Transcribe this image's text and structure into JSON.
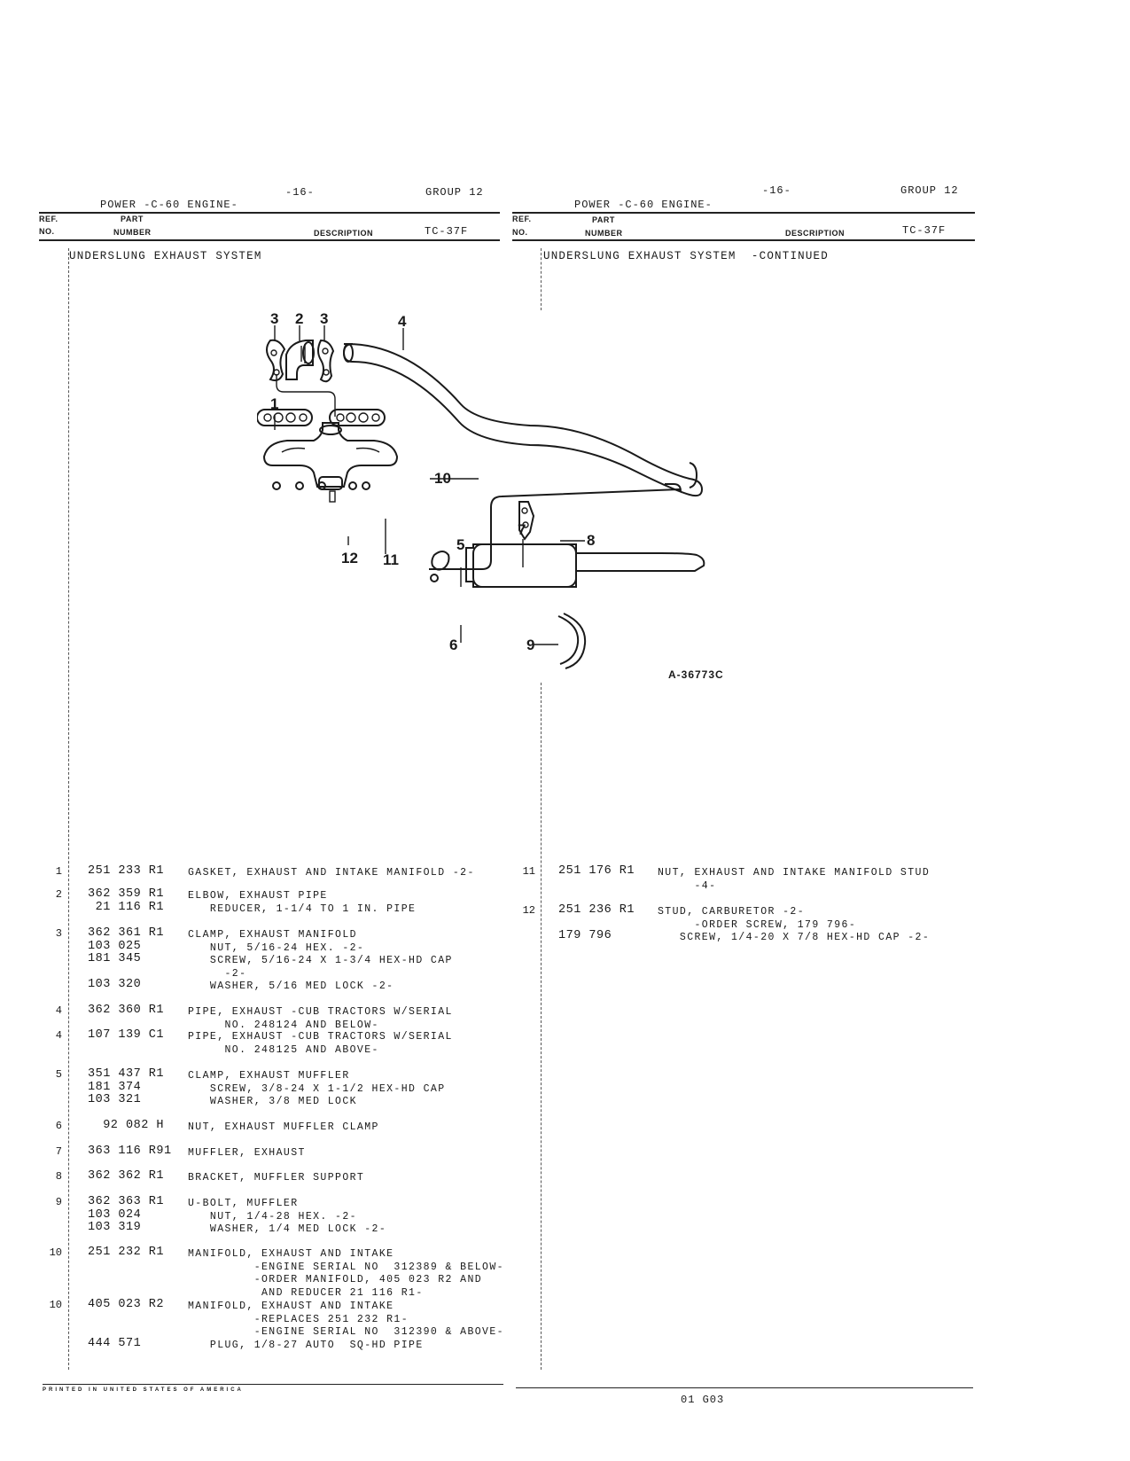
{
  "header": {
    "page_number": "-16-",
    "group": "GROUP 12",
    "title": "POWER -C-60 ENGINE-",
    "code": "TC-37F",
    "col_ref_1": "REF.",
    "col_ref_2": "NO.",
    "col_part_1": "PART",
    "col_part_2": "NUMBER",
    "col_desc": "DESCRIPTION"
  },
  "sections": {
    "left": "UNDERSLUNG EXHAUST SYSTEM",
    "right": "UNDERSLUNG EXHAUST SYSTEM  -CONTINUED"
  },
  "illustration": {
    "code": "A-36773C",
    "callouts": [
      "1",
      "2",
      "3",
      "3",
      "4",
      "5",
      "6",
      "7",
      "8",
      "9",
      "10",
      "11",
      "12"
    ]
  },
  "parts_left": [
    {
      "ref": "1",
      "lines": [
        {
          "pn": "251 233 R1",
          "desc": "GASKET, EXHAUST AND INTAKE MANIFOLD -2-"
        }
      ]
    },
    {
      "ref": "2",
      "lines": [
        {
          "pn": "362 359 R1",
          "desc": "ELBOW, EXHAUST PIPE"
        },
        {
          "pn": " 21 116 R1",
          "desc": "   REDUCER, 1-1/4 TO 1 IN. PIPE"
        }
      ]
    },
    {
      "ref": "3",
      "lines": [
        {
          "pn": "362 361 R1",
          "desc": "CLAMP, EXHAUST MANIFOLD"
        },
        {
          "pn": "103 025",
          "desc": "   NUT, 5/16-24 HEX. -2-"
        },
        {
          "pn": "181 345",
          "desc": "   SCREW, 5/16-24 X 1-3/4 HEX-HD CAP"
        },
        {
          "pn": "",
          "desc": "     -2-"
        }
      ]
    },
    {
      "ref": "",
      "lines": [
        {
          "pn": "103 320",
          "desc": "   WASHER, 5/16 MED LOCK -2-"
        }
      ]
    },
    {
      "ref": "4",
      "lines": [
        {
          "pn": "362 360 R1",
          "desc": "PIPE, EXHAUST -CUB TRACTORS W/SERIAL"
        },
        {
          "pn": "",
          "desc": "     NO. 248124 AND BELOW-"
        }
      ]
    },
    {
      "ref": "4",
      "lines": [
        {
          "pn": "107 139 C1",
          "desc": "PIPE, EXHAUST -CUB TRACTORS W/SERIAL"
        },
        {
          "pn": "",
          "desc": "     NO. 248125 AND ABOVE-"
        }
      ]
    },
    {
      "ref": "5",
      "lines": [
        {
          "pn": "351 437 R1",
          "desc": "CLAMP, EXHAUST MUFFLER"
        },
        {
          "pn": "181 374",
          "desc": "   SCREW, 3/8-24 X 1-1/2 HEX-HD CAP"
        },
        {
          "pn": "103 321",
          "desc": "   WASHER, 3/8 MED LOCK"
        }
      ]
    },
    {
      "ref": "6",
      "lines": [
        {
          "pn": "  92 082 H",
          "desc": "NUT, EXHAUST MUFFLER CLAMP"
        }
      ]
    },
    {
      "ref": "7",
      "lines": [
        {
          "pn": "363 116 R91",
          "desc": "MUFFLER, EXHAUST"
        }
      ]
    },
    {
      "ref": "8",
      "lines": [
        {
          "pn": "362 362 R1",
          "desc": "BRACKET, MUFFLER SUPPORT"
        }
      ]
    },
    {
      "ref": "9",
      "lines": [
        {
          "pn": "362 363 R1",
          "desc": "U-BOLT, MUFFLER"
        },
        {
          "pn": "103 024",
          "desc": "   NUT, 1/4-28 HEX. -2-"
        },
        {
          "pn": "103 319",
          "desc": "   WASHER, 1/4 MED LOCK -2-"
        }
      ]
    },
    {
      "ref": "10",
      "lines": [
        {
          "pn": "251 232 R1",
          "desc": "MANIFOLD, EXHAUST AND INTAKE"
        },
        {
          "pn": "",
          "desc": "         -ENGINE SERIAL NO  312389 & BELOW-"
        },
        {
          "pn": "",
          "desc": "         -ORDER MANIFOLD, 405 023 R2 AND"
        },
        {
          "pn": "",
          "desc": "          AND REDUCER 21 116 R1-"
        }
      ]
    },
    {
      "ref": "10",
      "lines": [
        {
          "pn": "405 023 R2",
          "desc": "MANIFOLD, EXHAUST AND INTAKE"
        },
        {
          "pn": "",
          "desc": "         -REPLACES 251 232 R1-"
        },
        {
          "pn": "",
          "desc": "         -ENGINE SERIAL NO  312390 & ABOVE-"
        },
        {
          "pn": "444 571",
          "desc": "   PLUG, 1/8-27 AUTO  SQ-HD PIPE"
        }
      ]
    }
  ],
  "parts_right": [
    {
      "ref": "11",
      "lines": [
        {
          "pn": "251 176 R1",
          "desc": "NUT, EXHAUST AND INTAKE MANIFOLD STUD"
        },
        {
          "pn": "",
          "desc": "     -4-"
        }
      ]
    },
    {
      "ref": "12",
      "lines": [
        {
          "pn": "251 236 R1",
          "desc": "STUD, CARBURETOR -2-"
        },
        {
          "pn": "",
          "desc": "     -ORDER SCREW, 179 796-"
        },
        {
          "pn": "179 796",
          "desc": "   SCREW, 1/4-20 X 7/8 HEX-HD CAP -2-"
        }
      ]
    }
  ],
  "footer": {
    "printed": "PRINTED IN UNITED STATES OF AMERICA",
    "code": "01 G03"
  }
}
